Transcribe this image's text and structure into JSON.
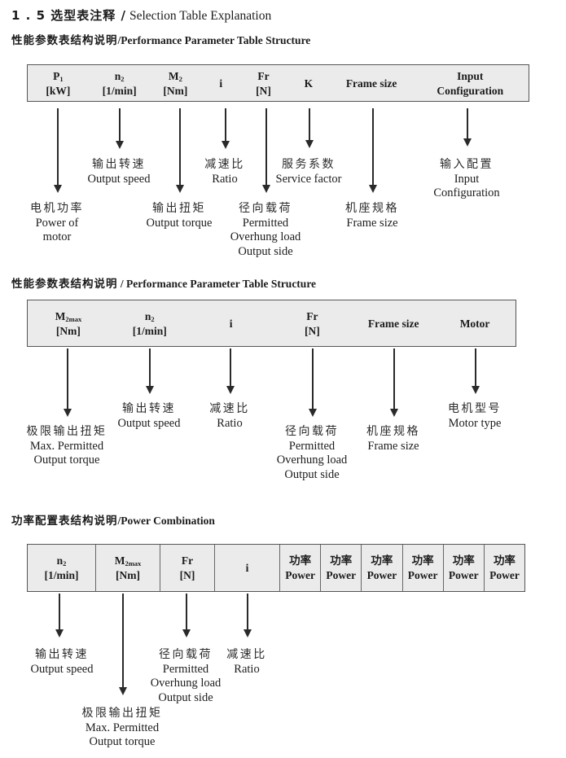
{
  "colors": {
    "table_bg": "#ebebeb",
    "table_border": "#555555",
    "text": "#1c1c1c",
    "arrow": "#2a2a2a"
  },
  "title": {
    "zh": "1 . 5 选型表注释 /",
    "en": "Selection Table Explanation"
  },
  "s1": {
    "heading_zh": "性能参数表结构说明",
    "heading_en": "/Performance Parameter Table Structure",
    "cols": [
      {
        "l1": "P",
        "sub": "1",
        "l2": "[kW]"
      },
      {
        "l1": "n",
        "sub": "2",
        "l2": "[1/min]"
      },
      {
        "l1": "M",
        "sub": "2",
        "l2": "[Nm]"
      },
      {
        "l1": "i"
      },
      {
        "l1": "Fr",
        "l2": "[N]"
      },
      {
        "l1": "K"
      },
      {
        "l1": "Frame size"
      },
      {
        "l1": "Input",
        "l2": "Configuration"
      }
    ],
    "labels": [
      {
        "lines": [
          "电机功率",
          "Power of",
          "motor"
        ]
      },
      {
        "lines": [
          "输出转速",
          "Output speed"
        ]
      },
      {
        "lines": [
          "输出扭矩",
          "Output torque"
        ]
      },
      {
        "lines": [
          "减速比",
          "Ratio"
        ]
      },
      {
        "lines": [
          "径向载荷",
          "Permitted",
          "Overhung load",
          "Output side"
        ]
      },
      {
        "lines": [
          "服务系数",
          "Service factor"
        ]
      },
      {
        "lines": [
          "机座规格",
          "Frame size"
        ]
      },
      {
        "lines": [
          "输入配置",
          "Input",
          "Configuration"
        ]
      }
    ]
  },
  "s2": {
    "heading_zh": "性能参数表结构说明",
    "heading_en": "/ Performance Parameter Table Structure",
    "cols": [
      {
        "l1": "M",
        "sub": "2max",
        "l2": "[Nm]"
      },
      {
        "l1": "n",
        "sub": "2",
        "l2": "[1/min]"
      },
      {
        "l1": "i"
      },
      {
        "l1": "Fr",
        "l2": "[N]"
      },
      {
        "l1": "Frame size"
      },
      {
        "l1": "Motor"
      }
    ],
    "labels": [
      {
        "lines": [
          "极限输出扭矩",
          "Max. Permitted",
          "Output torque"
        ]
      },
      {
        "lines": [
          "输出转速",
          "Output speed"
        ]
      },
      {
        "lines": [
          "减速比",
          "Ratio"
        ]
      },
      {
        "lines": [
          "径向载荷",
          "Permitted",
          "Overhung load",
          "Output side"
        ]
      },
      {
        "lines": [
          "机座规格",
          "Frame size"
        ]
      },
      {
        "lines": [
          "电机型号",
          "Motor type"
        ]
      }
    ]
  },
  "s3": {
    "heading_zh": "功率配置表结构说明",
    "heading_en": "/Power Combination",
    "cols": [
      {
        "l1": "n",
        "sub": "2",
        "l2": "[1/min]"
      },
      {
        "l1": "M",
        "sub": "2max",
        "l2": "[Nm]"
      },
      {
        "l1": "Fr",
        "l2": "[N]"
      },
      {
        "l1": "i"
      }
    ],
    "power_cols": [
      {
        "l1": "功率",
        "l2": "Power"
      },
      {
        "l1": "功率",
        "l2": "Power"
      },
      {
        "l1": "功率",
        "l2": "Power"
      },
      {
        "l1": "功率",
        "l2": "Power"
      },
      {
        "l1": "功率",
        "l2": "Power"
      },
      {
        "l1": "功率",
        "l2": "Power"
      }
    ],
    "labels": [
      {
        "lines": [
          "输出转速",
          "Output speed"
        ]
      },
      {
        "lines": [
          "极限输出扭矩",
          "Max. Permitted",
          "Output torque"
        ]
      },
      {
        "lines": [
          "径向载荷",
          "Permitted",
          "Overhung load",
          "Output side"
        ]
      },
      {
        "lines": [
          "减速比",
          "Ratio"
        ]
      }
    ]
  }
}
